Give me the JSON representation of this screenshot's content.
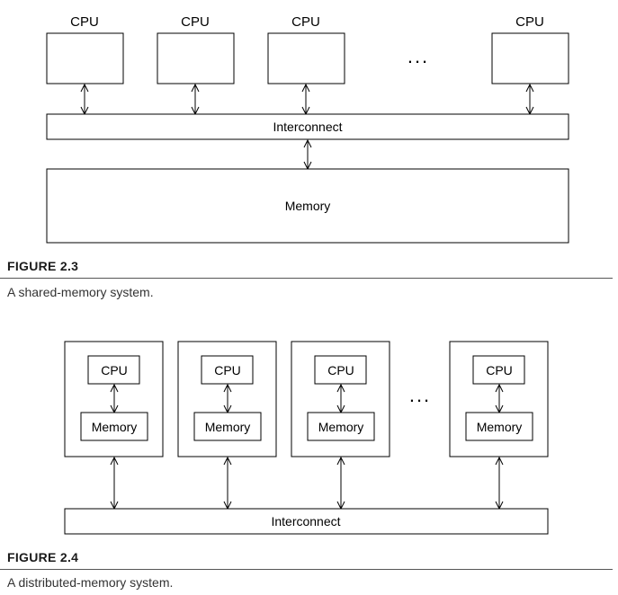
{
  "figure_2_3": {
    "cpu_labels": [
      "CPU",
      "CPU",
      "CPU",
      "CPU"
    ],
    "ellipsis": "...",
    "interconnect_label": "Interconnect",
    "memory_label": "Memory",
    "title": "FIGURE 2.3",
    "caption": "A shared-memory system."
  },
  "figure_2_4": {
    "nodes": [
      {
        "cpu_label": "CPU",
        "memory_label": "Memory"
      },
      {
        "cpu_label": "CPU",
        "memory_label": "Memory"
      },
      {
        "cpu_label": "CPU",
        "memory_label": "Memory"
      },
      {
        "cpu_label": "CPU",
        "memory_label": "Memory"
      }
    ],
    "ellipsis": "...",
    "interconnect_label": "Interconnect",
    "title": "FIGURE 2.4",
    "caption": "A distributed-memory system."
  }
}
